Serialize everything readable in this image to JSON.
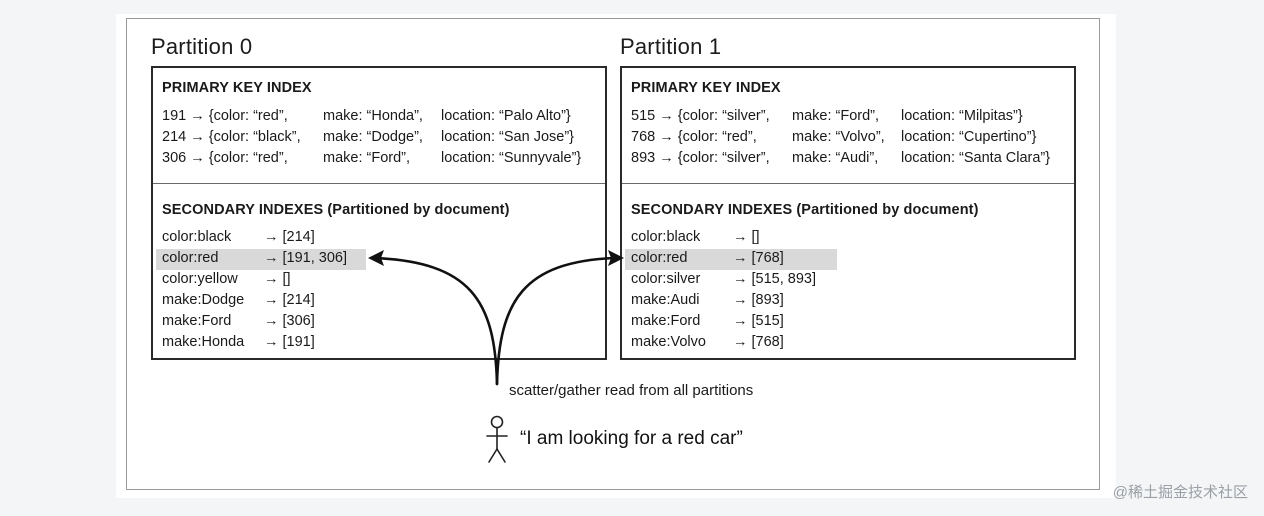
{
  "partitions": [
    {
      "title": "Partition 0",
      "primary_heading": "PRIMARY KEY INDEX",
      "primary_rows": [
        {
          "key": "191 → {color: “red”,",
          "make": "make: “Honda”,",
          "location": "location: “Palo Alto”}"
        },
        {
          "key": "214 → {color: “black”,",
          "make": "make: “Dodge”,",
          "location": "location: “San Jose”}"
        },
        {
          "key": "306 → {color: “red”,",
          "make": "make: “Ford”,",
          "location": "location: “Sunnyvale”}"
        }
      ],
      "secondary_heading": "SECONDARY INDEXES (Partitioned by document)",
      "secondary_rows": [
        {
          "term": "color:black",
          "ids": "→ [214]"
        },
        {
          "term": "color:red",
          "ids": "→ [191, 306]"
        },
        {
          "term": "color:yellow",
          "ids": "→ []"
        },
        {
          "term": "make:Dodge",
          "ids": "→ [214]"
        },
        {
          "term": "make:Ford",
          "ids": "→ [306]"
        },
        {
          "term": "make:Honda",
          "ids": "→ [191]"
        }
      ]
    },
    {
      "title": "Partition 1",
      "primary_heading": "PRIMARY KEY INDEX",
      "primary_rows": [
        {
          "key": "515 → {color: “silver”,",
          "make": "make: “Ford”,",
          "location": "location: “Milpitas”}"
        },
        {
          "key": "768 → {color: “red”,",
          "make": "make: “Volvo”,",
          "location": "location: “Cupertino”}"
        },
        {
          "key": "893 → {color: “silver”,",
          "make": "make: “Audi”,",
          "location": "location: “Santa Clara”}"
        }
      ],
      "secondary_heading": "SECONDARY INDEXES (Partitioned by document)",
      "secondary_rows": [
        {
          "term": "color:black",
          "ids": "→ []"
        },
        {
          "term": "color:red",
          "ids": "→ [768]"
        },
        {
          "term": "color:silver",
          "ids": "→ [515, 893]"
        },
        {
          "term": "make:Audi",
          "ids": "→ [893]"
        },
        {
          "term": "make:Ford",
          "ids": "→ [515]"
        },
        {
          "term": "make:Volvo",
          "ids": "→ [768]"
        }
      ]
    }
  ],
  "highlighted_term": "color:red",
  "caption": "scatter/gather read from all partitions",
  "user_quote": "“I am looking for a red car”",
  "watermark": "@稀土掘金技术社区",
  "colors": {
    "highlight": "#d9d9d9",
    "line": "#111111"
  }
}
